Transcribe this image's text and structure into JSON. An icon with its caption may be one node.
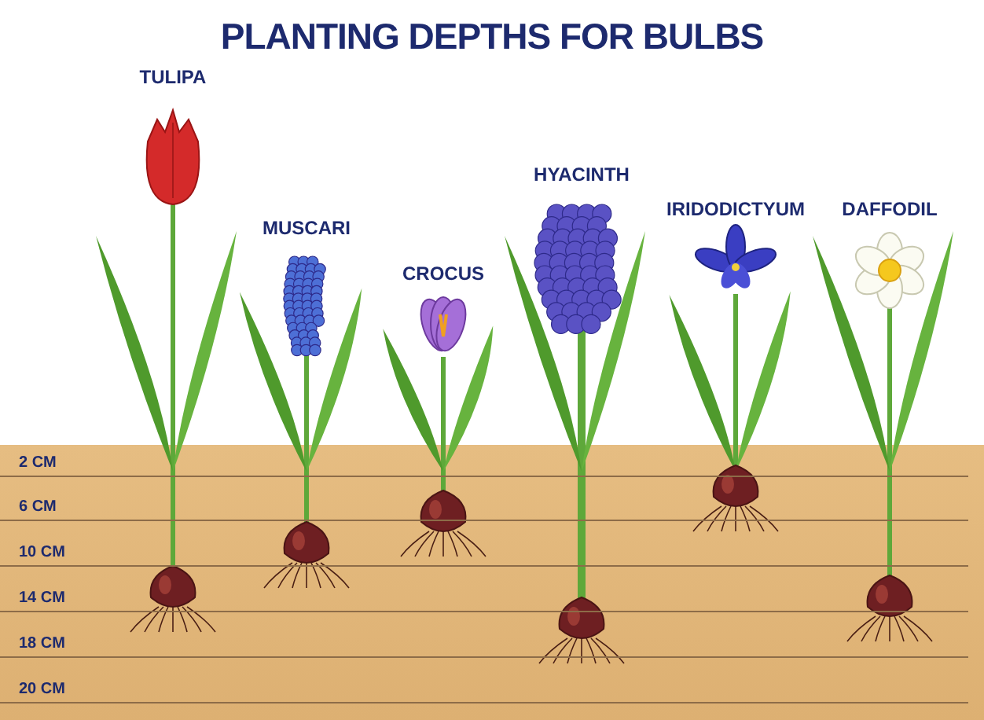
{
  "diagram": {
    "title": "PLANTING DEPTHS FOR BULBS",
    "labels": [
      "TULIPA",
      "MUSCARI",
      "CROCUS",
      "HYACINTH",
      "IRIDODICTYUM",
      "DAFFODIL",
      "2 CM",
      "6 CM",
      "10 CM",
      "14 CM",
      "18 CM",
      "20 CM"
    ]
  }
}
